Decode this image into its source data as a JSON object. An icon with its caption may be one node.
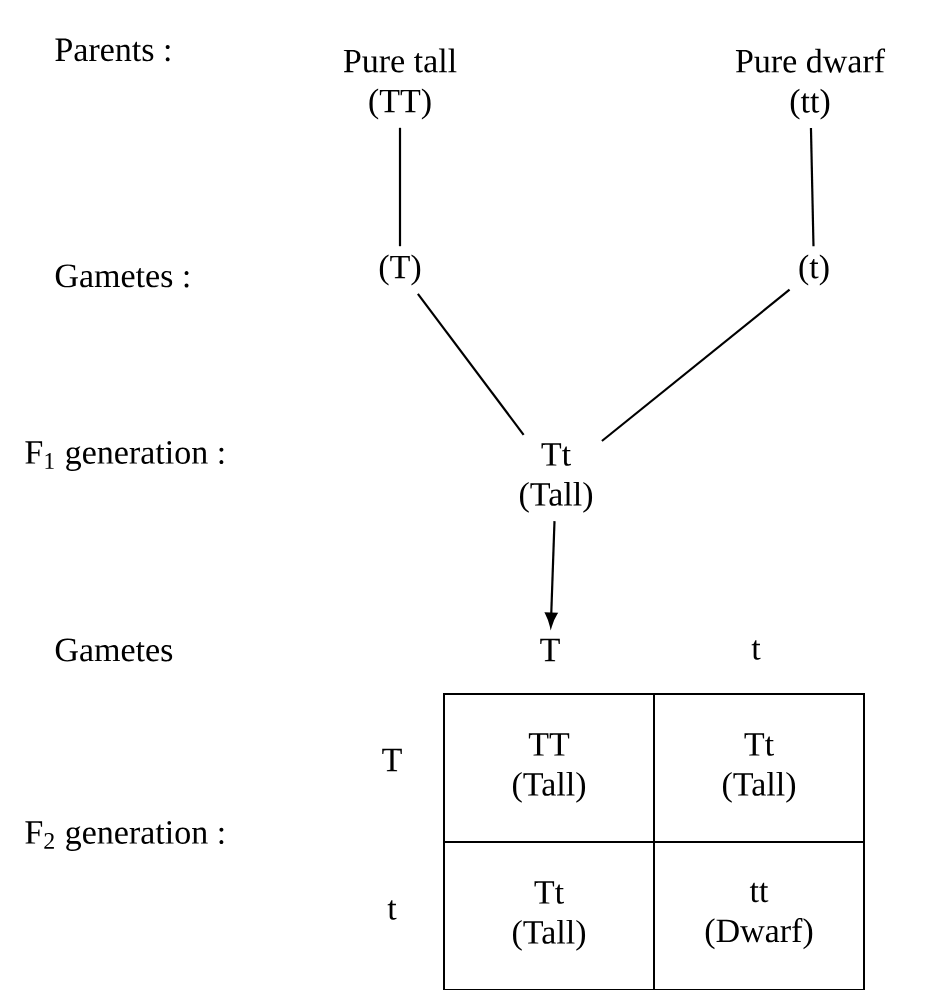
{
  "diagram": {
    "nodes": [
      {
        "text": [
          "Pure tall",
          "(TT)"
        ]
      },
      {
        "text": [
          "Pure dwarf",
          "(tt)"
        ]
      },
      {
        "text": [
          "(T)"
        ]
      },
      {
        "text": [
          "(t)"
        ]
      },
      {
        "text": [
          "Tt",
          "(Tall)"
        ]
      },
      {
        "text": [
          "T"
        ]
      },
      {
        "text": [
          "TT",
          "(Tall)"
        ]
      },
      {
        "text": [
          "Tt",
          "(Tall)"
        ]
      },
      {
        "text": [
          "Tt",
          "(Tall)"
        ]
      },
      {
        "text": [
          "tt",
          "(Dwarf)"
        ]
      }
    ],
    "edges": [
      {
        "from": 0,
        "to": 2,
        "arrow": "none"
      },
      {
        "from": 1,
        "to": 3,
        "arrow": "none"
      },
      {
        "from": 2,
        "to": 4,
        "arrow": "none"
      },
      {
        "from": 3,
        "to": 4,
        "arrow": "none"
      },
      {
        "from": 4,
        "to": 5,
        "arrow": "to"
      }
    ],
    "labels": [
      "Parents :",
      "Gametes :",
      "F$_{1}$ generation :",
      "Gametes",
      "t",
      "T",
      "F$_{2}$ generation :",
      "t"
    ]
  }
}
